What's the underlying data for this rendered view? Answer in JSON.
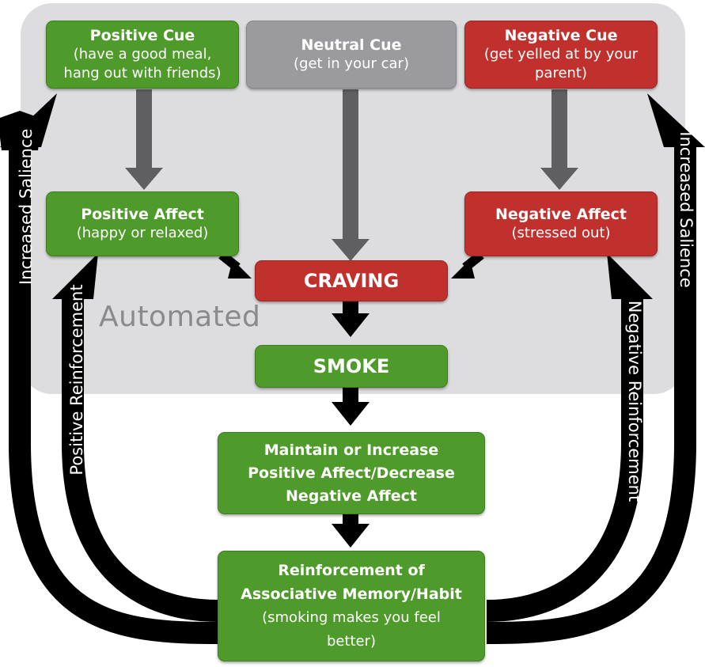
{
  "region_label": "Automated",
  "boxes": {
    "positive_cue": {
      "title": "Positive Cue",
      "sub1": "(have a good meal,",
      "sub2": "hang out with friends)"
    },
    "neutral_cue": {
      "title": "Neutral Cue",
      "sub1": "(get in your car)"
    },
    "negative_cue": {
      "title": "Negative Cue",
      "sub1": "(get yelled at by your",
      "sub2": "parent)"
    },
    "positive_affect": {
      "title": "Positive Affect",
      "sub1": "(happy or relaxed)"
    },
    "negative_affect": {
      "title": "Negative Affect",
      "sub1": "(stressed out)"
    },
    "craving": {
      "title": "CRAVING"
    },
    "smoke": {
      "title": "SMOKE"
    },
    "maintain": {
      "line1": "Maintain or Increase",
      "line2": "Positive Affect/Decrease",
      "line3": "Negative Affect"
    },
    "reinforcement": {
      "line1": "Reinforcement of",
      "line2": "Associative Memory/Habit",
      "sub1": "(smoking makes you feel",
      "sub2": "better)"
    }
  },
  "side_labels": {
    "left_outer": "Increased Salience",
    "left_inner": "Positive Reinforcement",
    "right_outer": "Increased Salience",
    "right_inner": "Negative Reinforcement"
  },
  "colors": {
    "positive": "#4e9a2a",
    "negative": "#c0312e",
    "neutral": "#9b9a9d",
    "automated_region": "#dddcdf",
    "gray_arrow": "#5f5e61",
    "black_arrow": "#000000"
  }
}
